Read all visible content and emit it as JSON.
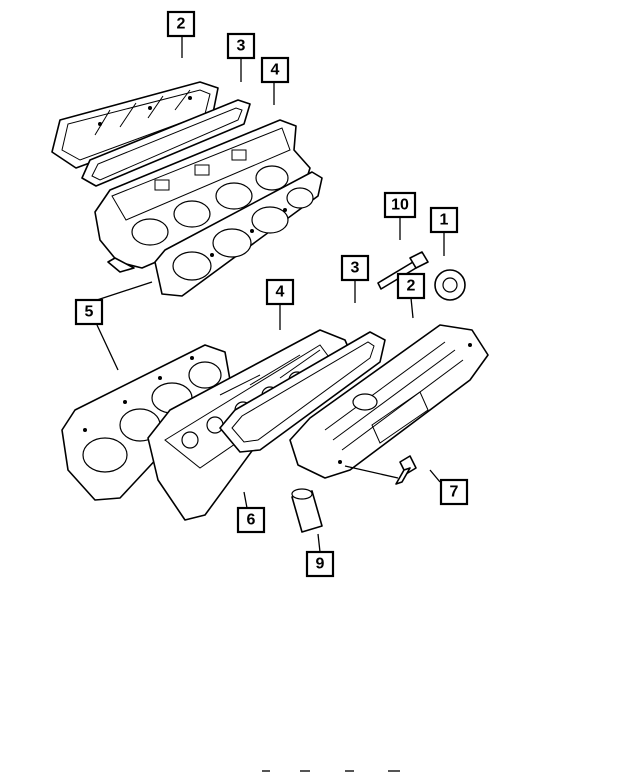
{
  "callouts": [
    {
      "label": "2"
    },
    {
      "label": "3"
    },
    {
      "label": "4"
    },
    {
      "label": "10"
    },
    {
      "label": "1"
    },
    {
      "label": "3"
    },
    {
      "label": "2"
    },
    {
      "label": "4"
    },
    {
      "label": "5"
    },
    {
      "label": "7"
    },
    {
      "label": "6"
    },
    {
      "label": "9"
    }
  ]
}
